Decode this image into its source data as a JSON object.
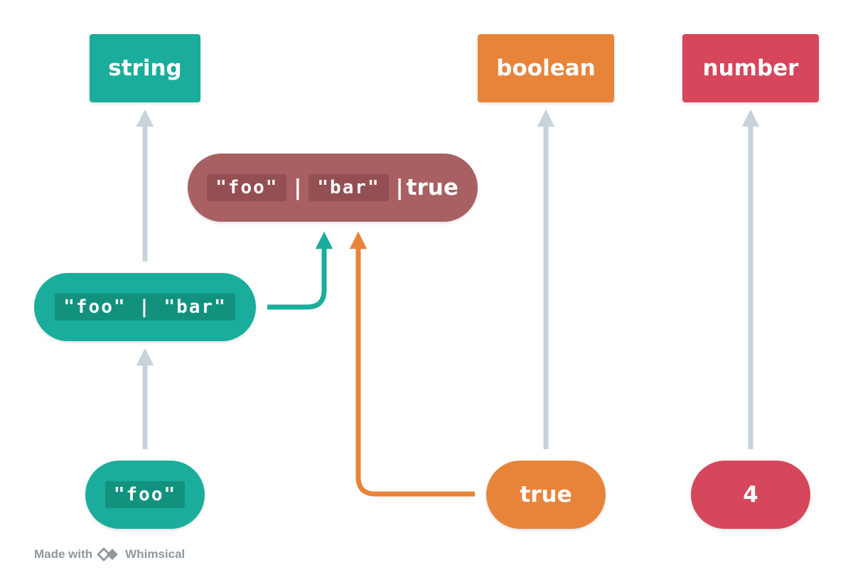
{
  "nodes": {
    "string": "string",
    "boolean": "boolean",
    "number": "number",
    "union_all": {
      "lit1": "\"foo\"",
      "sep1": "|",
      "lit2": "\"bar\"",
      "sep2": "|",
      "lit3": "true"
    },
    "union_foo_bar": "\"foo\" | \"bar\"",
    "foo": "\"foo\"",
    "true": "true",
    "four": "4"
  },
  "footer": {
    "made_with": "Made with",
    "brand": "Whimsical"
  },
  "colors": {
    "teal": "#1aad9b",
    "orange": "#e8843a",
    "red": "#d6465c",
    "maroon": "#a86063",
    "arrow_gray": "#c7d3da"
  }
}
